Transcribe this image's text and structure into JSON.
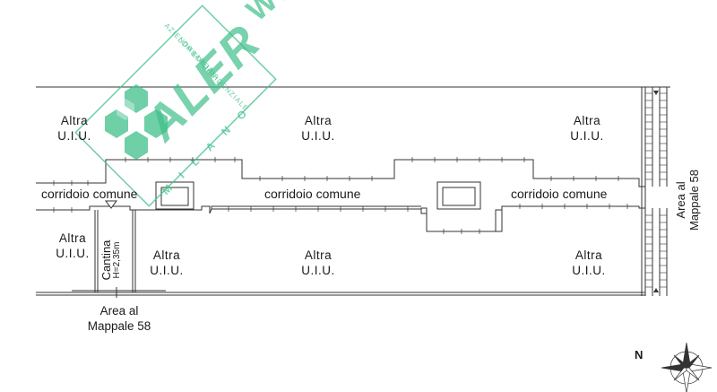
{
  "rooms": {
    "top_left": {
      "line1": "Altra",
      "line2": "U.I.U."
    },
    "top_center": {
      "line1": "Altra",
      "line2": "U.I.U."
    },
    "top_right": {
      "line1": "Altra",
      "line2": "U.I.U."
    },
    "bottom_left": {
      "line1": "Altra",
      "line2": "U.I.U."
    },
    "bottom_center_left": {
      "line1": "Altra",
      "line2": "U.I.U."
    },
    "bottom_center": {
      "line1": "Altra",
      "line2": "U.I.U."
    },
    "bottom_right": {
      "line1": "Altra",
      "line2": "U.I.U."
    }
  },
  "corridors": {
    "left": "corridoio comune",
    "center": "corridoio comune",
    "right": "corridoio comune"
  },
  "cantina": {
    "name": "Cantina",
    "height": "H=2,35m"
  },
  "areas": {
    "bottom": {
      "line1": "Area al",
      "line2": "Mappale 58"
    },
    "right": {
      "line1": "Area al",
      "line2": "Mappale 58"
    }
  },
  "compass": {
    "north_label": "N"
  },
  "watermark": {
    "brand": "ALER",
    "city": "MILANO",
    "lines": [
      "AZIENDA",
      "LOMBARDA",
      "EDILIZIA",
      "RESIDENZIALE"
    ],
    "web": "WW",
    "color": "#3fbf8a"
  },
  "colors": {
    "line": "#333333",
    "watermark": "#3fbf8a"
  }
}
